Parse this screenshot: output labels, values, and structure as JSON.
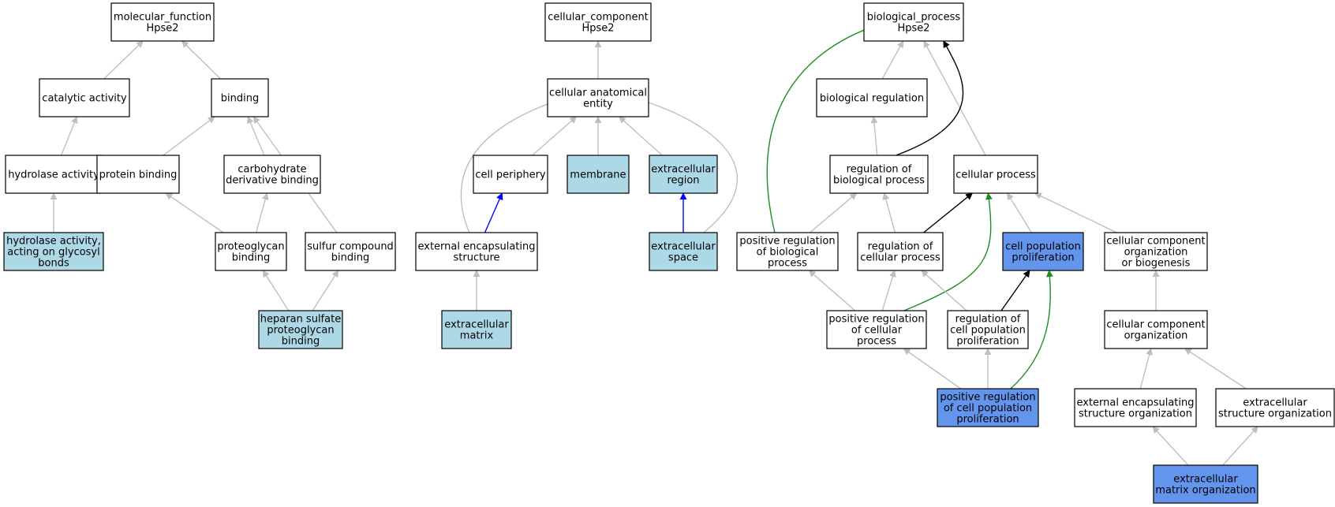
{
  "colors": {
    "plain": "#ffffff",
    "annotated": "#add8e6",
    "highlight": "#6495ed",
    "is_a": "#bfbfbf",
    "part_of": "#0000ff",
    "regulates": "#000000",
    "positively_regulates": "#228b22"
  },
  "nodes": [
    {
      "id": "mf",
      "lines": [
        "molecular_function",
        "Hpse2"
      ],
      "fill": "plain"
    },
    {
      "id": "catalytic",
      "lines": [
        "catalytic activity"
      ],
      "fill": "plain"
    },
    {
      "id": "binding",
      "lines": [
        "binding"
      ],
      "fill": "plain"
    },
    {
      "id": "hydrolase",
      "lines": [
        "hydrolase activity"
      ],
      "fill": "plain"
    },
    {
      "id": "protbind",
      "lines": [
        "protein binding"
      ],
      "fill": "plain"
    },
    {
      "id": "carbobind",
      "lines": [
        "carbohydrate",
        "derivative binding"
      ],
      "fill": "plain"
    },
    {
      "id": "hydglyc",
      "lines": [
        "hydrolase activity,",
        "acting on glycosyl",
        "bonds"
      ],
      "fill": "annotated"
    },
    {
      "id": "pgbind",
      "lines": [
        "proteoglycan",
        "binding"
      ],
      "fill": "plain"
    },
    {
      "id": "sulfur",
      "lines": [
        "sulfur compound",
        "binding"
      ],
      "fill": "plain"
    },
    {
      "id": "hspg",
      "lines": [
        "heparan sulfate",
        "proteoglycan",
        "binding"
      ],
      "fill": "annotated"
    },
    {
      "id": "cc",
      "lines": [
        "cellular_component",
        "Hpse2"
      ],
      "fill": "plain"
    },
    {
      "id": "cae",
      "lines": [
        "cellular anatomical",
        "entity"
      ],
      "fill": "plain"
    },
    {
      "id": "periph",
      "lines": [
        "cell periphery"
      ],
      "fill": "plain"
    },
    {
      "id": "membrane",
      "lines": [
        "membrane"
      ],
      "fill": "annotated"
    },
    {
      "id": "exreg",
      "lines": [
        "extracellular",
        "region"
      ],
      "fill": "annotated"
    },
    {
      "id": "encap",
      "lines": [
        "external encapsulating",
        "structure"
      ],
      "fill": "plain"
    },
    {
      "id": "exspace",
      "lines": [
        "extracellular",
        "space"
      ],
      "fill": "annotated"
    },
    {
      "id": "ecm",
      "lines": [
        "extracellular",
        "matrix"
      ],
      "fill": "annotated"
    },
    {
      "id": "bp",
      "lines": [
        "biological_process",
        "Hpse2"
      ],
      "fill": "plain"
    },
    {
      "id": "bioreg",
      "lines": [
        "biological regulation"
      ],
      "fill": "plain"
    },
    {
      "id": "regbio",
      "lines": [
        "regulation of",
        "biological process"
      ],
      "fill": "plain"
    },
    {
      "id": "cellproc",
      "lines": [
        "cellular process"
      ],
      "fill": "plain"
    },
    {
      "id": "posregbio",
      "lines": [
        "positive regulation",
        "of biological",
        "process"
      ],
      "fill": "plain"
    },
    {
      "id": "regcell",
      "lines": [
        "regulation of",
        "cellular process"
      ],
      "fill": "plain"
    },
    {
      "id": "cellprolif",
      "lines": [
        "cell population",
        "proliferation"
      ],
      "fill": "highlight"
    },
    {
      "id": "ccorgbio",
      "lines": [
        "cellular component",
        "organization",
        "or biogenesis"
      ],
      "fill": "plain"
    },
    {
      "id": "posregcell",
      "lines": [
        "positive regulation",
        "of cellular",
        "process"
      ],
      "fill": "plain"
    },
    {
      "id": "regprolif",
      "lines": [
        "regulation of",
        "cell population",
        "proliferation"
      ],
      "fill": "plain"
    },
    {
      "id": "ccorg",
      "lines": [
        "cellular component",
        "organization"
      ],
      "fill": "plain"
    },
    {
      "id": "posregprolif",
      "lines": [
        "positive regulation",
        "of cell population",
        "proliferation"
      ],
      "fill": "highlight"
    },
    {
      "id": "encaporg",
      "lines": [
        "external encapsulating",
        "structure organization"
      ],
      "fill": "plain"
    },
    {
      "id": "exorg",
      "lines": [
        "extracellular",
        "structure organization"
      ],
      "fill": "plain"
    },
    {
      "id": "ecmorg",
      "lines": [
        "extracellular",
        "matrix organization"
      ],
      "fill": "highlight"
    }
  ],
  "edges": [
    {
      "from": "catalytic",
      "to": "mf",
      "type": "is_a"
    },
    {
      "from": "binding",
      "to": "mf",
      "type": "is_a"
    },
    {
      "from": "hydrolase",
      "to": "catalytic",
      "type": "is_a"
    },
    {
      "from": "protbind",
      "to": "binding",
      "type": "is_a"
    },
    {
      "from": "carbobind",
      "to": "binding",
      "type": "is_a"
    },
    {
      "from": "sulfur",
      "to": "binding",
      "type": "is_a"
    },
    {
      "from": "hydglyc",
      "to": "hydrolase",
      "type": "is_a"
    },
    {
      "from": "pgbind",
      "to": "protbind",
      "type": "is_a"
    },
    {
      "from": "pgbind",
      "to": "carbobind",
      "type": "is_a"
    },
    {
      "from": "hspg",
      "to": "pgbind",
      "type": "is_a"
    },
    {
      "from": "hspg",
      "to": "sulfur",
      "type": "is_a"
    },
    {
      "from": "cae",
      "to": "cc",
      "type": "is_a"
    },
    {
      "from": "periph",
      "to": "cae",
      "type": "is_a"
    },
    {
      "from": "membrane",
      "to": "cae",
      "type": "is_a"
    },
    {
      "from": "exreg",
      "to": "cae",
      "type": "is_a"
    },
    {
      "from": "encap",
      "to": "cae",
      "type": "is_a"
    },
    {
      "from": "exspace",
      "to": "cae",
      "type": "is_a"
    },
    {
      "from": "encap",
      "to": "periph",
      "type": "part_of"
    },
    {
      "from": "exspace",
      "to": "exreg",
      "type": "part_of"
    },
    {
      "from": "ecm",
      "to": "encap",
      "type": "is_a"
    },
    {
      "from": "bioreg",
      "to": "bp",
      "type": "is_a"
    },
    {
      "from": "cellproc",
      "to": "bp",
      "type": "is_a"
    },
    {
      "from": "regbio",
      "to": "bioreg",
      "type": "is_a"
    },
    {
      "from": "regbio",
      "to": "bp",
      "type": "regulates"
    },
    {
      "from": "posregbio",
      "to": "bp",
      "type": "positively_regulates"
    },
    {
      "from": "posregbio",
      "to": "regbio",
      "type": "is_a"
    },
    {
      "from": "regcell",
      "to": "regbio",
      "type": "is_a"
    },
    {
      "from": "regcell",
      "to": "cellproc",
      "type": "regulates"
    },
    {
      "from": "cellprolif",
      "to": "cellproc",
      "type": "is_a"
    },
    {
      "from": "ccorgbio",
      "to": "cellproc",
      "type": "is_a"
    },
    {
      "from": "posregcell",
      "to": "posregbio",
      "type": "is_a"
    },
    {
      "from": "posregcell",
      "to": "regcell",
      "type": "is_a"
    },
    {
      "from": "posregcell",
      "to": "cellproc",
      "type": "positively_regulates"
    },
    {
      "from": "regprolif",
      "to": "regcell",
      "type": "is_a"
    },
    {
      "from": "regprolif",
      "to": "cellprolif",
      "type": "regulates"
    },
    {
      "from": "ccorg",
      "to": "ccorgbio",
      "type": "is_a"
    },
    {
      "from": "posregprolif",
      "to": "posregcell",
      "type": "is_a"
    },
    {
      "from": "posregprolif",
      "to": "regprolif",
      "type": "is_a"
    },
    {
      "from": "posregprolif",
      "to": "cellprolif",
      "type": "positively_regulates"
    },
    {
      "from": "encaporg",
      "to": "ccorg",
      "type": "is_a"
    },
    {
      "from": "exorg",
      "to": "ccorg",
      "type": "is_a"
    },
    {
      "from": "ecmorg",
      "to": "encaporg",
      "type": "is_a"
    },
    {
      "from": "ecmorg",
      "to": "exorg",
      "type": "is_a"
    }
  ]
}
